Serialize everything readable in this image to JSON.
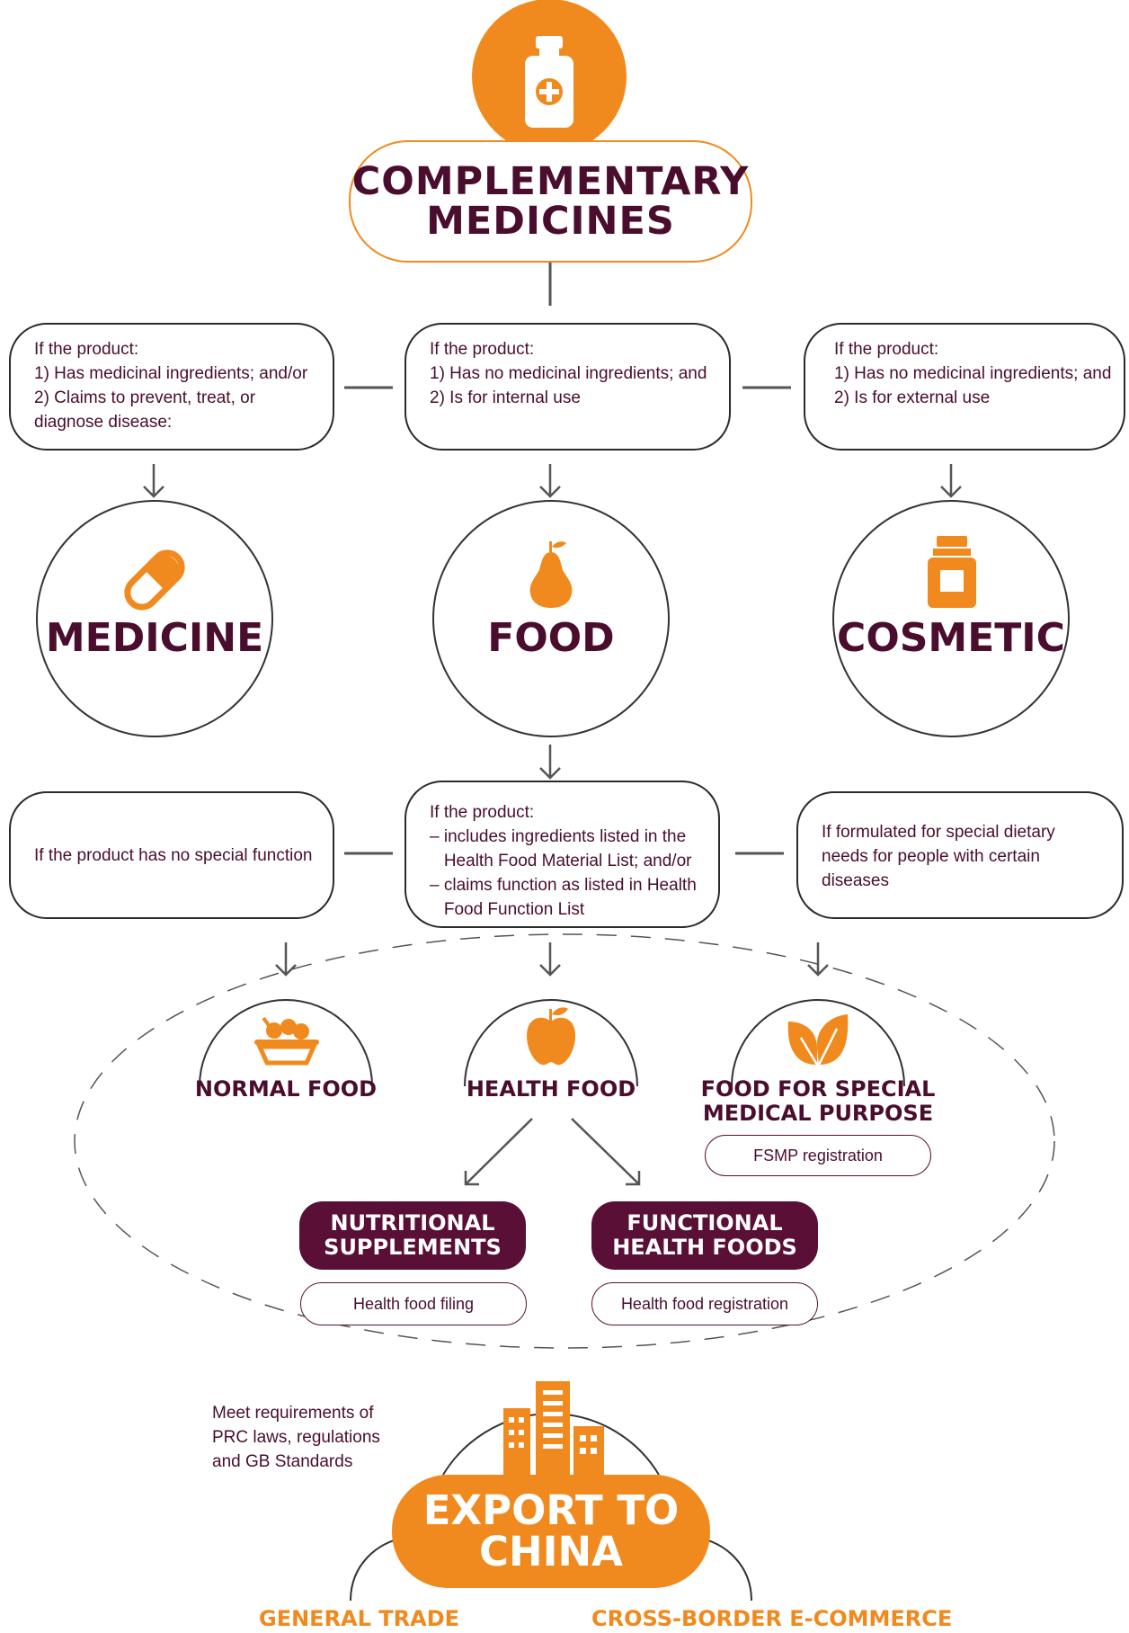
{
  "title": {
    "line1": "COMPLEMENTARY",
    "line2": "MEDICINES"
  },
  "conditions_top": {
    "medicine": [
      "If the product:",
      "1) Has medicinal ingredients; and/or",
      "2) Claims to prevent, treat, or",
      "diagnose disease:"
    ],
    "food": [
      "If the product:",
      "1) Has no medicinal ingredients; and",
      "2) Is for internal use"
    ],
    "cosmetic": [
      "If the product:",
      "1) Has no medicinal ingredients; and",
      "2) Is for external use"
    ]
  },
  "categories": {
    "medicine": "MEDICINE",
    "food": "FOOD",
    "cosmetic": "COSMETIC"
  },
  "conditions_food": {
    "normal": [
      "If the product has no special function"
    ],
    "health": [
      "If the product:",
      "– includes ingredients listed in the",
      "   Health Food Material List; and/or",
      "– claims function as listed in Health",
      "   Food Function List"
    ],
    "fsmp": [
      "If formulated for special dietary",
      "needs for people with certain",
      "diseases"
    ]
  },
  "food_types": {
    "normal": "NORMAL FOOD",
    "health": "HEALTH FOOD",
    "fsmp_line1": "FOOD FOR SPECIAL",
    "fsmp_line2": "MEDICAL PURPOSE",
    "fsmp_registration": "FSMP registration"
  },
  "health_food": {
    "nutritional_line1": "NUTRITIONAL",
    "nutritional_line2": "SUPPLEMENTS",
    "nutritional_process": "Health food filing",
    "functional_line1": "FUNCTIONAL",
    "functional_line2": "HEALTH FOODS",
    "functional_process": "Health food registration"
  },
  "export": {
    "note": [
      "Meet requirements of",
      "PRC laws, regulations",
      "and GB Standards"
    ],
    "line1": "EXPORT TO",
    "line2": "CHINA",
    "channel_left": "GENERAL TRADE",
    "channel_right": "CROSS-BORDER E-COMMERCE"
  },
  "colors": {
    "orange": "#f08a1e",
    "plum": "#4a0d2e",
    "dark_pill": "#5a0f36",
    "line": "#555555"
  },
  "icons": [
    "medicine-bottle-icon",
    "capsule-icon",
    "pear-icon",
    "cosmetic-jar-icon",
    "food-bowl-icon",
    "apple-icon",
    "leaves-icon",
    "city-buildings-icon"
  ]
}
